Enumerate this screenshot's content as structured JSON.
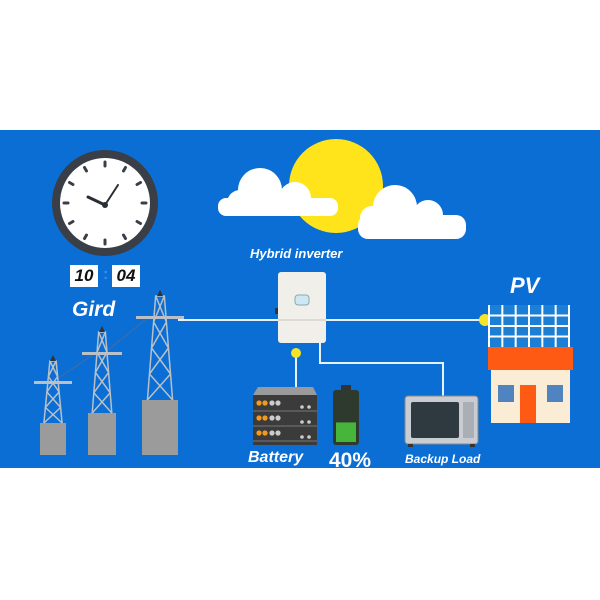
{
  "labels": {
    "hybrid_inverter": "Hybrid inverter",
    "grid": "Gird",
    "pv": "PV",
    "battery": "Battery",
    "battery_level": "40%",
    "backup_load": "Backup Load"
  },
  "clock": {
    "hours": "10",
    "minutes": "04"
  },
  "battery_charge_percent": 40,
  "colors": {
    "background": "#0a6ed4",
    "sun": "#ffe41c",
    "connector_dot": "#f5e526",
    "roof": "#ff5a14",
    "battery_green": "#47b53a"
  }
}
